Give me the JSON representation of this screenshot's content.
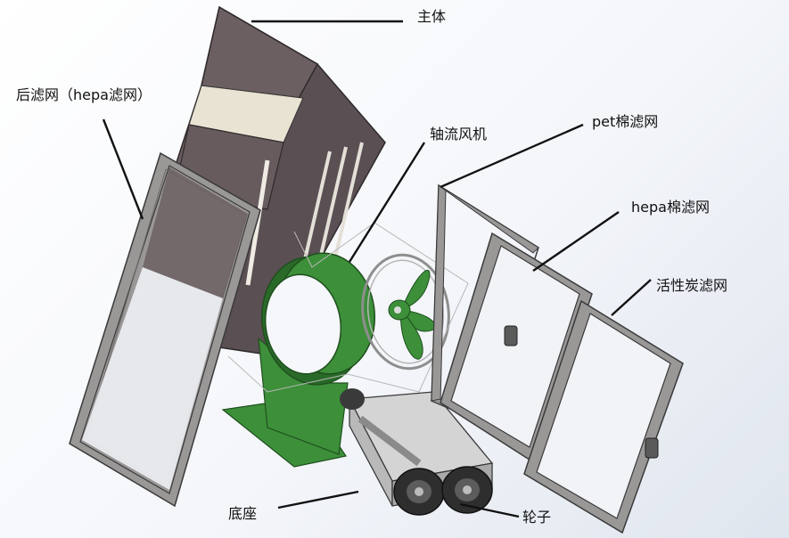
{
  "labels": {
    "main_body": "主体",
    "rear_filter": "后滤网（hepa滤网）",
    "axial_fan": "轴流风机",
    "pet_filter": "pet棉滤网",
    "hepa_filter": "hepa棉滤网",
    "carbon_filter": "活性炭滤网",
    "base": "底座",
    "wheels": "轮子"
  },
  "colors": {
    "frame_fill": "#9a9797",
    "frame_edge": "#3a3a3a",
    "body_interior": "#6c5f62",
    "body_side": "#5d5255",
    "panel_light": "#e9e3d3",
    "fan_green": "#3d8f3a",
    "fan_green_dark": "#2a6a29",
    "steel": "#c9c9c9",
    "tire": "#2e2e2e"
  }
}
